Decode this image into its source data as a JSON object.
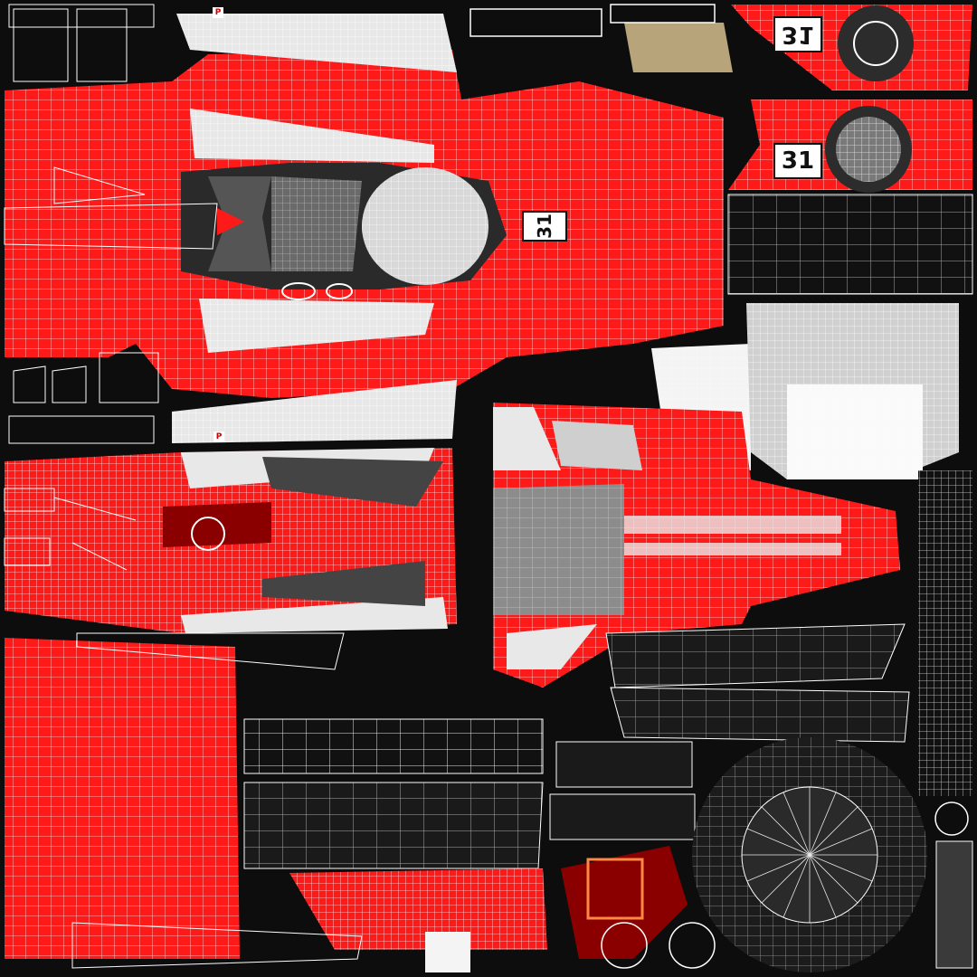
{
  "image_type": "UV texture map with wireframe overlay (race car livery)",
  "number_labels": {
    "top_mirrored": "31",
    "top_right": "31",
    "nose": "31"
  },
  "small_markers": {
    "top_left_tab": "P",
    "lower_left_tab": "P"
  },
  "colors": {
    "livery_red": "#ff1a1a",
    "livery_white": "#e8e8e8",
    "wire_color": "#ffffff",
    "background": "#0d0d0d",
    "dark_gray": "#3a3a3a",
    "mid_gray": "#8c8c8c",
    "tan_panel": "#b8a47a"
  }
}
